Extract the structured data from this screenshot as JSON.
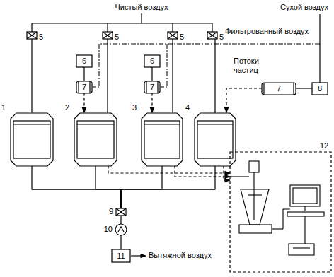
{
  "diagram": {
    "nodes": [
      {
        "text": [
          "1"
        ]
      },
      {
        "text": [
          "2"
        ]
      },
      {
        "text": [
          "3"
        ]
      },
      {
        "text": [
          "4"
        ]
      },
      {
        "text": [
          "5"
        ]
      },
      {
        "text": [
          "5"
        ]
      },
      {
        "text": [
          "5"
        ]
      },
      {
        "text": [
          "5"
        ]
      },
      {
        "text": [
          "6"
        ]
      },
      {
        "text": [
          "6"
        ]
      },
      {
        "text": [
          "7"
        ]
      },
      {
        "text": [
          "7"
        ]
      },
      {
        "text": [
          "7"
        ]
      },
      {
        "text": [
          "8"
        ]
      },
      {
        "text": [
          "9"
        ]
      },
      {
        "text": [
          "10"
        ]
      },
      {
        "text": [
          "11"
        ]
      },
      {
        "text": [
          "12"
        ]
      }
    ],
    "edges": [
      {
        "from": 4,
        "to": 0,
        "arrow": "none"
      },
      {
        "from": 5,
        "to": 1,
        "arrow": "none"
      },
      {
        "from": 6,
        "to": 2,
        "arrow": "none"
      },
      {
        "from": 7,
        "to": 3,
        "arrow": "none"
      },
      {
        "from": 8,
        "to": 10,
        "arrow": "none"
      },
      {
        "from": 9,
        "to": 11,
        "arrow": "none"
      },
      {
        "from": 13,
        "to": 12,
        "arrow": "none"
      },
      {
        "from": 10,
        "to": 1,
        "arrow": "to"
      },
      {
        "from": 11,
        "to": 2,
        "arrow": "to"
      },
      {
        "from": 12,
        "to": 3,
        "arrow": "to"
      },
      {
        "from": 0,
        "to": 14,
        "arrow": "none"
      },
      {
        "from": 1,
        "to": 14,
        "arrow": "none"
      },
      {
        "from": 2,
        "to": 14,
        "arrow": "none"
      },
      {
        "from": 3,
        "to": 14,
        "arrow": "none"
      },
      {
        "from": 14,
        "to": 15,
        "arrow": "none"
      },
      {
        "from": 15,
        "to": 16,
        "arrow": "none"
      },
      {
        "from": 1,
        "to": 17,
        "arrow": "to"
      },
      {
        "from": 2,
        "to": 17,
        "arrow": "to"
      },
      {
        "from": 3,
        "to": 17,
        "arrow": "to"
      }
    ],
    "labels": [
      "Чистый воздух",
      "Сухой воздух",
      "Фильтрованный воздух",
      "Потоки частиц",
      "Вытяжной воздух"
    ]
  }
}
